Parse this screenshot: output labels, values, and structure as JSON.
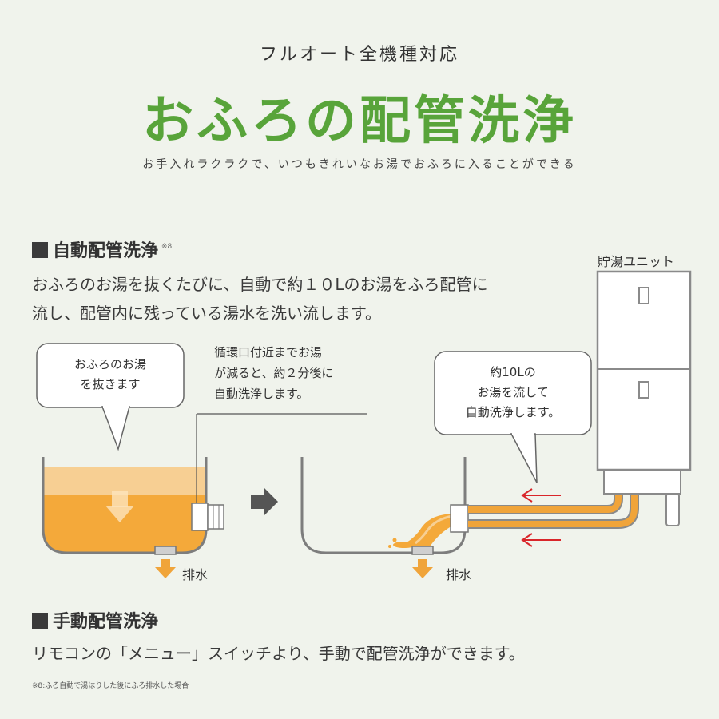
{
  "header": {
    "kicker": "フルオート全機種対応",
    "title": "おふろの配管洗浄",
    "tagline": "お手入れラクラクで、いつもきれいなお湯でおふろに入ることができる"
  },
  "auto_section": {
    "heading": "自動配管洗浄",
    "note_mark": "※8",
    "description_line1": "おふろのお湯を抜くたびに、自動で約１０Lのお湯をふろ配管に",
    "description_line2": "流し、配管内に残っている湯水を洗い流します。"
  },
  "diagram": {
    "unit_label": "貯湯ユニット",
    "bubble_left_line1": "おふろのお湯",
    "bubble_left_line2": "を抜きます",
    "callout_line1": "循環口付近までお湯",
    "callout_line2": "が減ると、約２分後に",
    "callout_line3": "自動洗浄します。",
    "bubble_right_line1": "約10Lの",
    "bubble_right_line2": "お湯を流して",
    "bubble_right_line3": "自動洗浄します。",
    "drain_label_left": "排水",
    "drain_label_right": "排水",
    "colors": {
      "water": "#f4a93a",
      "water_light": "#f7cf93",
      "pipe": "#f0a43a",
      "arrow_red": "#d9252a",
      "outline": "#888888"
    }
  },
  "manual_section": {
    "heading": "手動配管洗浄",
    "description": "リモコンの「メニュー」スイッチより、手動で配管洗浄ができます。"
  },
  "footnote": "※8:ふろ自動で湯はりした後にふろ排水した場合"
}
